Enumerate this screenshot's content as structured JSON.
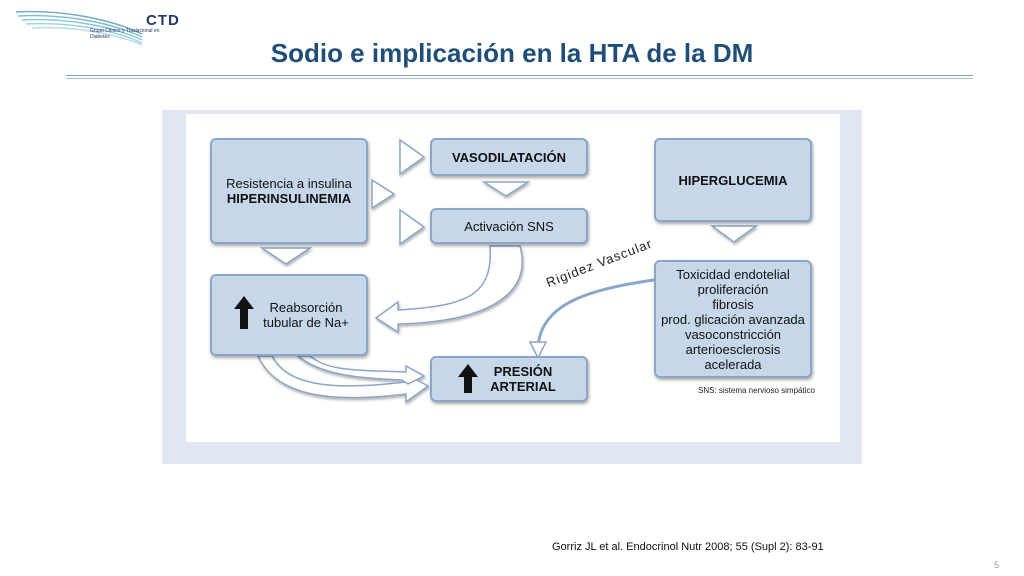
{
  "logo": {
    "text": "CTD",
    "subtitle": "Grupo Clínico y Traslacional en Diabetes"
  },
  "slide": {
    "title": "Sodio e implicación en la HTA de la DM",
    "citation": "Gorriz JL et al. Endocrinol Nutr 2008; 55 (Supl 2): 83-91",
    "page_number": "5"
  },
  "diagram": {
    "box_insulin": {
      "line1": "Resistencia a insulina",
      "line2": "HIPERINSULINEMIA"
    },
    "box_vasodilatacion": "VASODILATACIÓN",
    "box_sns": "Activación SNS",
    "box_hiperglucemia": "HIPERGLUCEMIA",
    "box_reabsorcion": {
      "line1": "Reabsorción",
      "line2": "tubular de Na+"
    },
    "box_presion": {
      "line1": "PRESIÓN",
      "line2": "ARTERIAL"
    },
    "box_toxicidad": {
      "lines": [
        "Toxicidad endotelial",
        "proliferación",
        "fibrosis",
        "prod. glicación avanzada",
        "vasoconstricción",
        "arterioesclerosis acelerada"
      ]
    },
    "curve_label": "Rigidez Vascular",
    "footnote": "SNS: sistema nervioso simpático"
  },
  "colors": {
    "box_fill": "#c7d7ea",
    "box_border": "#8aa6c8",
    "title": "#1f4e79",
    "figure_bg": "#dfe6ef"
  }
}
